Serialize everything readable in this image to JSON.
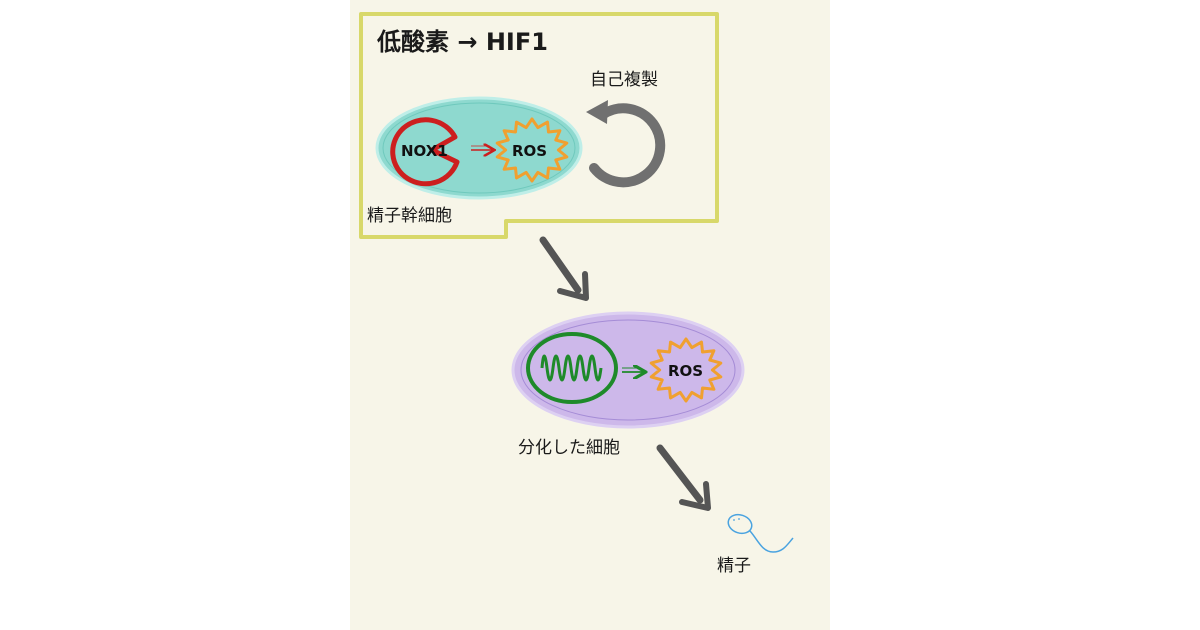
{
  "colors": {
    "panel_bg": "#f7f5e8",
    "region_border": "#d8d86a",
    "stem_cell_fill": "#8ed9cf",
    "differentiated_cell_fill": "#cdb8ea",
    "nox1_stroke": "#cc1f1f",
    "ros_stroke": "#f0a030",
    "mito_stroke": "#1e8a2a",
    "arrow_gray": "#555555",
    "sperm_blue": "#4aa3e0"
  },
  "labels": {
    "region_title": "低酸素 → HIF1",
    "self_renewal": "自己複製",
    "stem_cell": "精子幹細胞",
    "nox1": "NOX1",
    "ros_stem": "ROS",
    "ros_diff": "ROS",
    "differentiated_cell": "分化した細胞",
    "sperm": "精子"
  },
  "icons": {
    "self_renewal": "circular-arrow-icon",
    "nox1": "pacman-shape-icon",
    "ros": "starburst-icon",
    "mitochondrion": "mitochondrion-icon",
    "sperm": "sperm-icon"
  }
}
